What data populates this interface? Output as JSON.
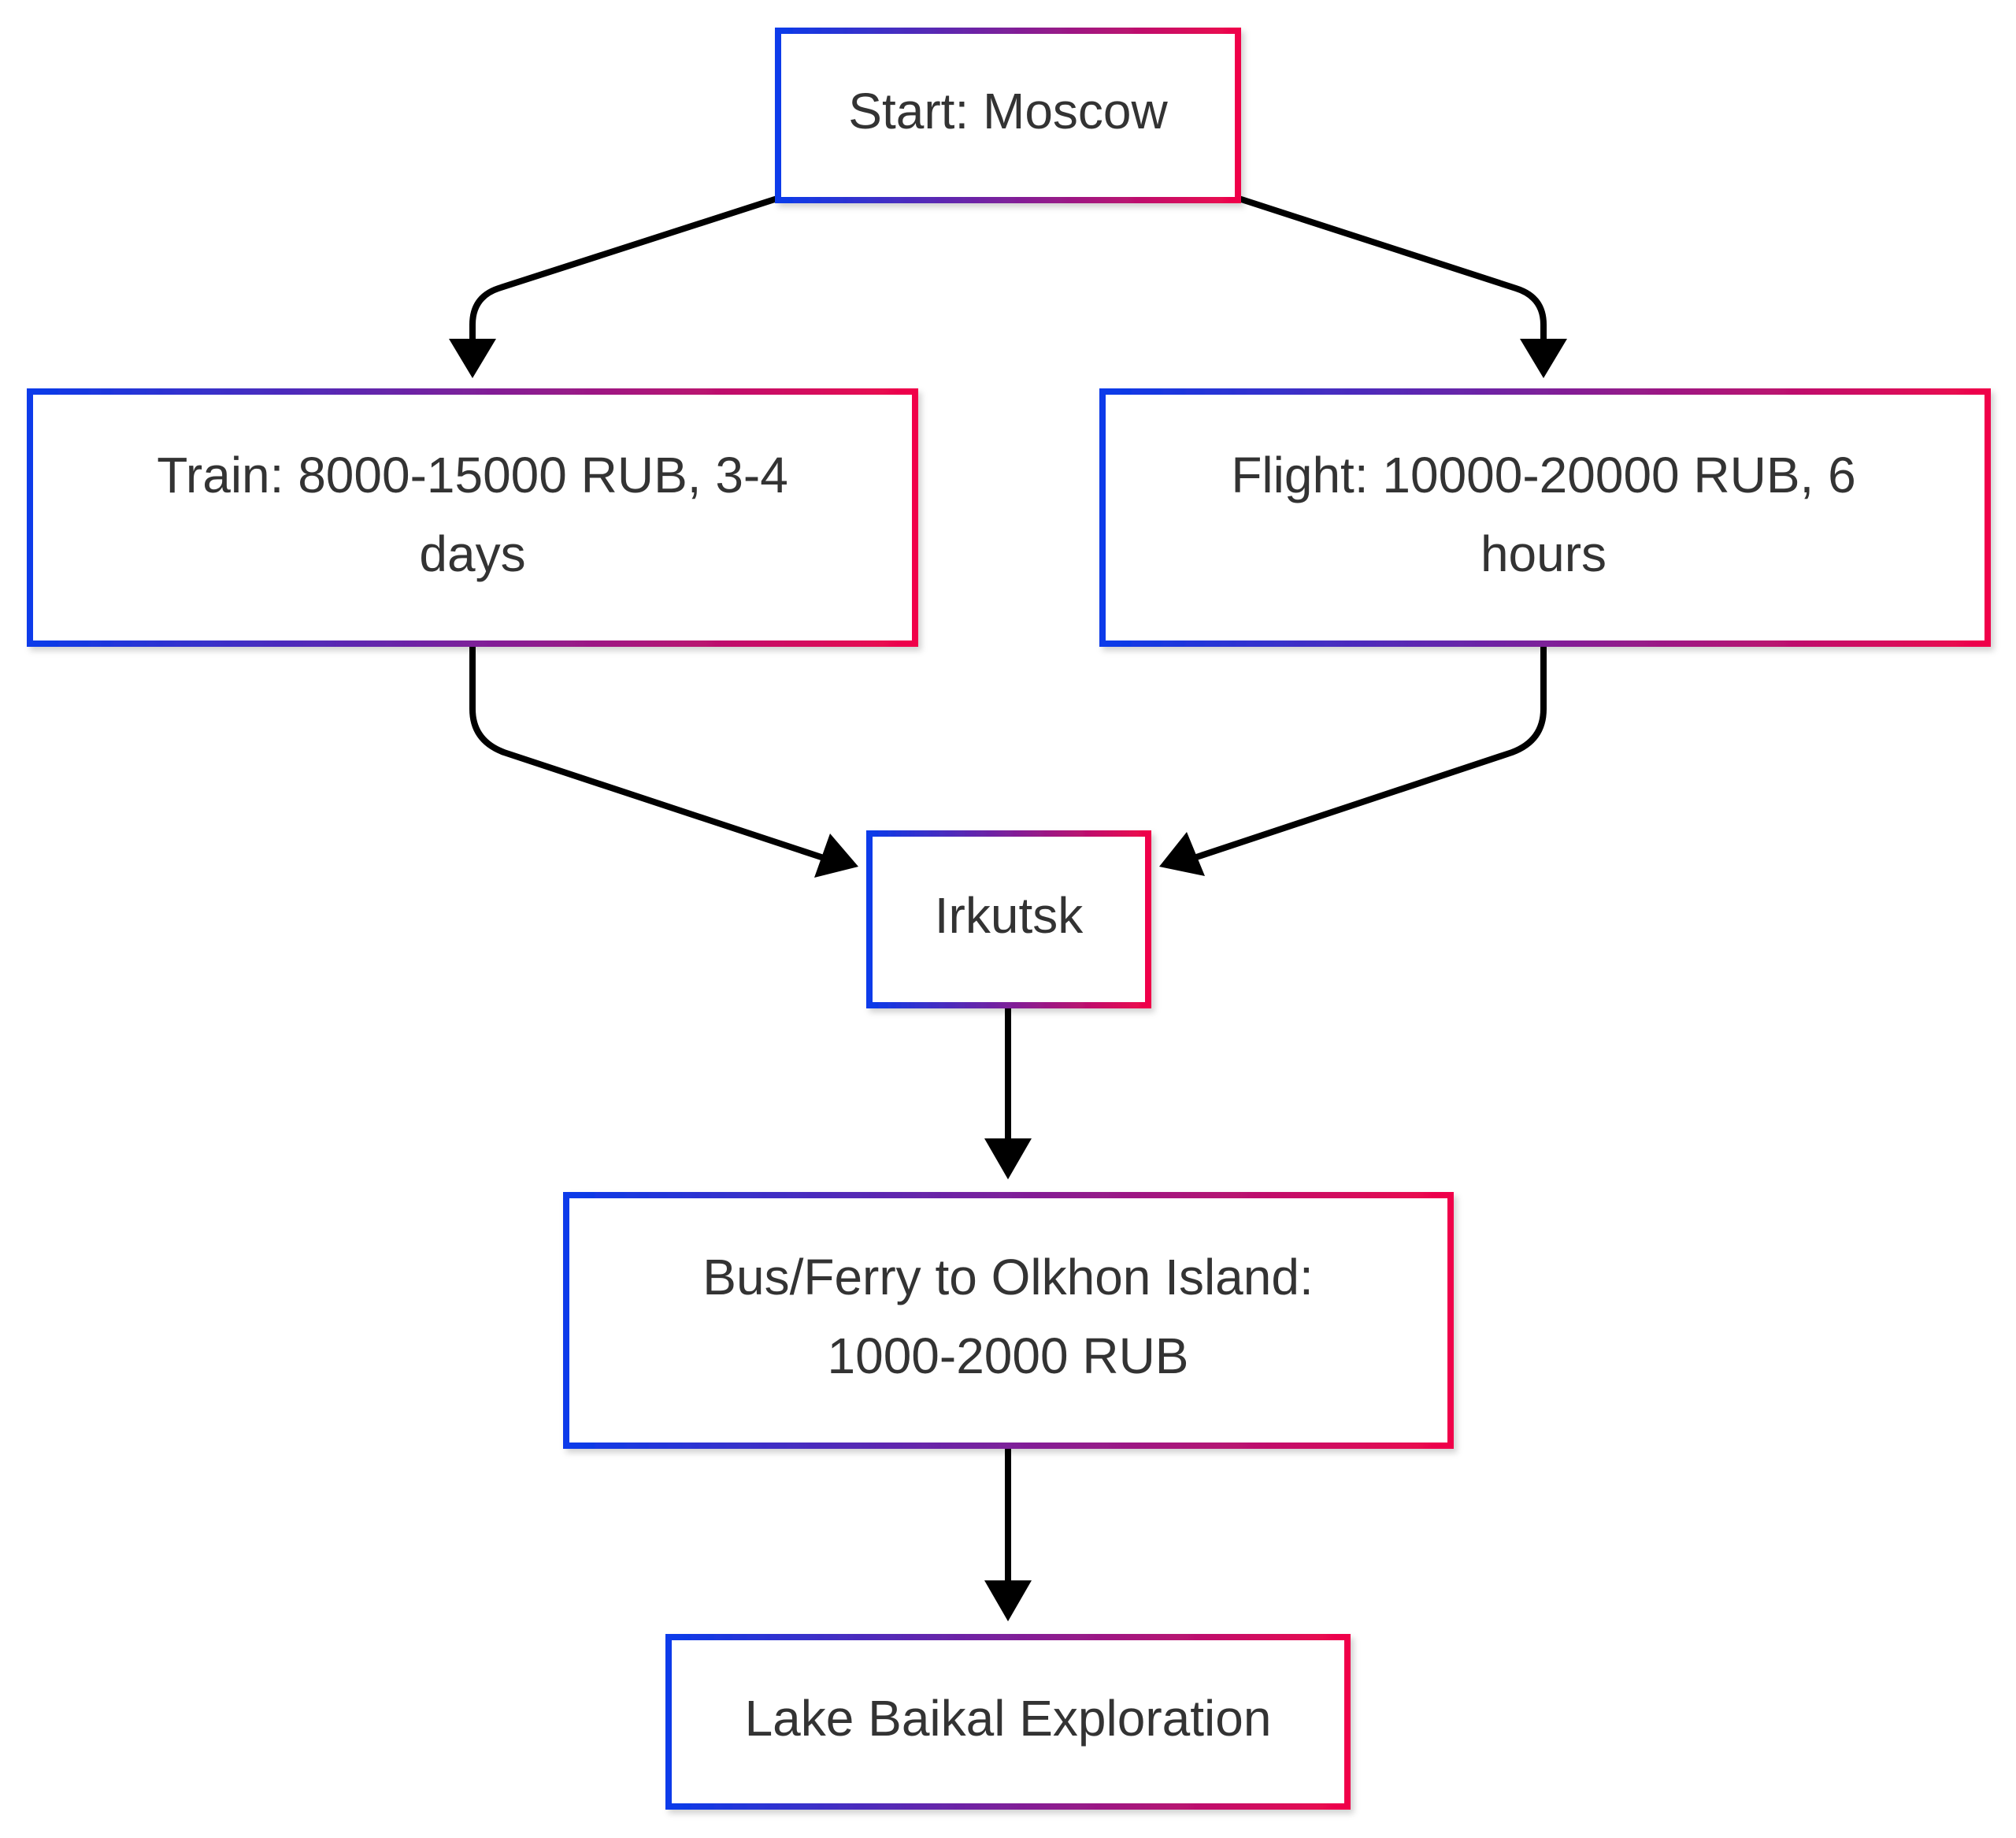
{
  "diagram": {
    "type": "flowchart",
    "border_gradient": {
      "start": "#0a3bea",
      "end": "#f0054a"
    },
    "text_color": "#333333",
    "edge_color": "#000000",
    "nodes": {
      "start": {
        "lines": [
          "Start: Moscow"
        ]
      },
      "train": {
        "lines": [
          "Train: 8000-15000 RUB, 3-4",
          "days"
        ]
      },
      "flight": {
        "lines": [
          "Flight: 10000-20000 RUB, 6",
          "hours"
        ]
      },
      "irkutsk": {
        "lines": [
          "Irkutsk"
        ]
      },
      "bus": {
        "lines": [
          "Bus/Ferry to Olkhon Island:",
          "1000-2000 RUB"
        ]
      },
      "baikal": {
        "lines": [
          "Lake Baikal Exploration"
        ]
      }
    },
    "edges": [
      {
        "from": "start",
        "to": "train"
      },
      {
        "from": "start",
        "to": "flight"
      },
      {
        "from": "train",
        "to": "irkutsk"
      },
      {
        "from": "flight",
        "to": "irkutsk"
      },
      {
        "from": "irkutsk",
        "to": "bus"
      },
      {
        "from": "bus",
        "to": "baikal"
      }
    ]
  }
}
